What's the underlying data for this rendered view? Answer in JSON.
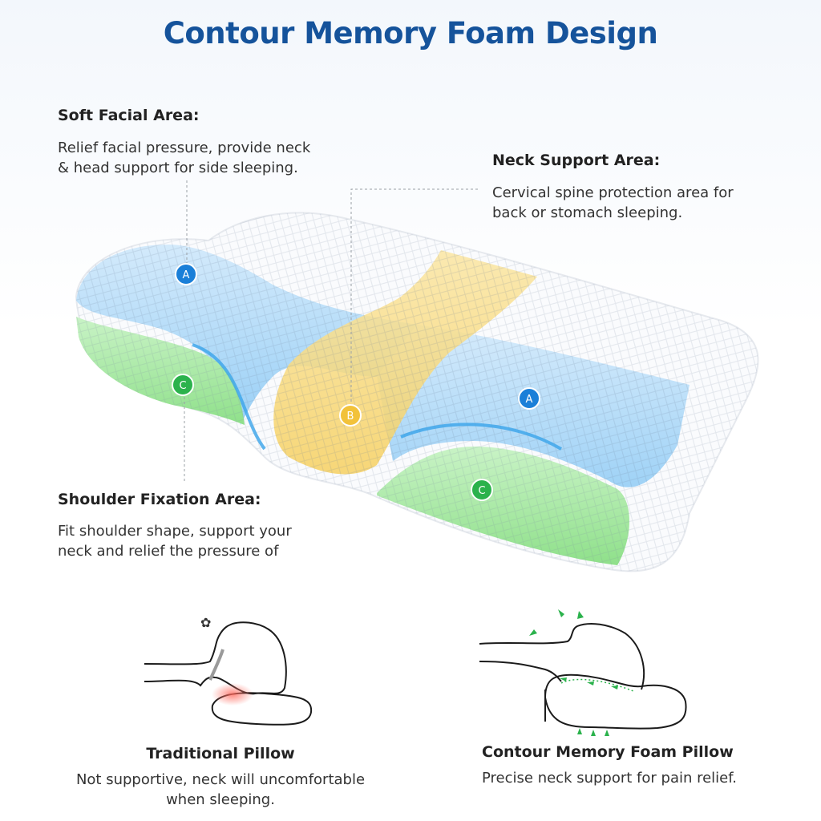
{
  "title": "Contour Memory Foam Design",
  "soft_facial": {
    "heading": "Soft Facial Area:",
    "line1": "Relief facial pressure, provide neck",
    "line2": "& head support for side sleeping."
  },
  "neck_support": {
    "heading": "Neck Support Area:",
    "line1": "Cervical spine protection area for",
    "line2": "back or stomach sleeping."
  },
  "shoulder_fixation": {
    "heading": "Shoulder Fixation Area:",
    "line1": "Fit shoulder shape, support your",
    "line2": "neck and relief the pressure of"
  },
  "badges": {
    "a": "A",
    "b": "B",
    "c": "C"
  },
  "colors": {
    "title": "#15539b",
    "zone_a": "#1a7fd8",
    "zone_b": "#f2c23a",
    "zone_c": "#2bb24c",
    "pressure": "#ff7a6e"
  },
  "traditional": {
    "title": "Traditional Pillow",
    "line1": "Not supportive, neck will uncomfortable",
    "line2": "when sleeping."
  },
  "contour": {
    "title": "Contour Memory Foam Pillow",
    "line1": "Precise neck support for pain relief."
  }
}
